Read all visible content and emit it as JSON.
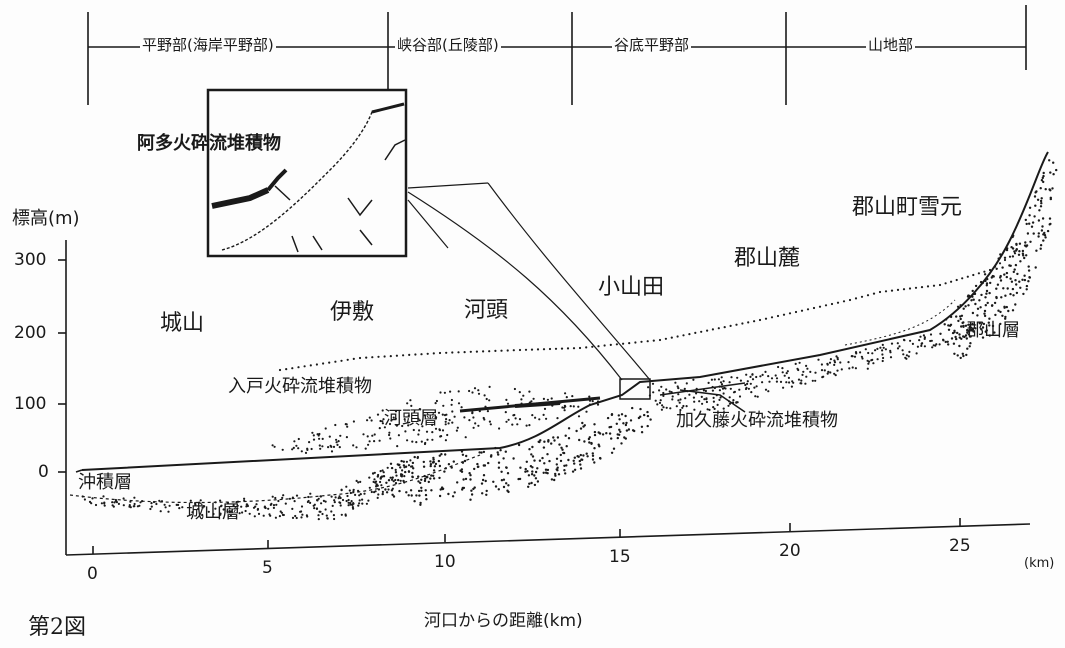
{
  "zones": [
    "平野部(海岸平野部)",
    "峡谷部(丘陵部)",
    "谷底平野部",
    "山地部"
  ],
  "y_axis": {
    "label": "標高(m)",
    "ticks": [
      "300",
      "200",
      "100",
      "0"
    ]
  },
  "x_axis": {
    "label": "河口からの距離(km)",
    "unit": "(km)",
    "ticks": [
      "0",
      "5",
      "10",
      "15",
      "20",
      "25"
    ]
  },
  "places": [
    "城山",
    "伊敷",
    "河頭",
    "小山田",
    "郡山麓",
    "郡山町雪元"
  ],
  "layers": [
    "阿多火砕流堆積物",
    "入戸火砕流堆積物",
    "河頭層",
    "加久藤火砕流堆積物",
    "沖積層",
    "城山層",
    "郡山層"
  ],
  "figure_label": "第2図",
  "colors": {
    "ink": "#1a1a1a",
    "paper": "#fdfdfd"
  }
}
